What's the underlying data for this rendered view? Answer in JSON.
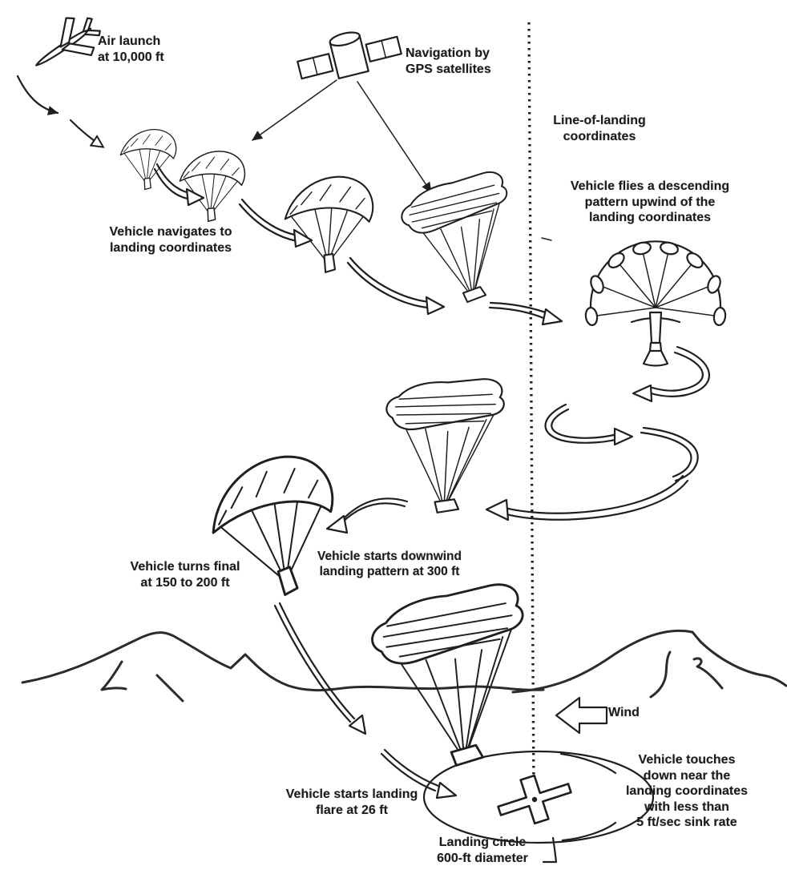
{
  "meta": {
    "title": "GPS-guided parafoil precision landing sequence diagram",
    "background_color": "#ffffff",
    "ink_color": "#1f1f1f"
  },
  "labels": {
    "air_launch": {
      "text": "Air launch\nat 10,000 ft"
    },
    "gps": {
      "text": "Navigation by\nGPS satellites"
    },
    "line_of_landing": {
      "text": "Line-of-landing\ncoordinates"
    },
    "navigates": {
      "text": "Vehicle navigates to\nlanding coordinates"
    },
    "descending": {
      "text": "Vehicle flies a descending\npattern upwind of the\nlanding coordinates"
    },
    "downwind": {
      "text": "Vehicle starts downwind\nlanding pattern at 300 ft"
    },
    "turns_final": {
      "text": "Vehicle turns final\nat 150 to 200 ft"
    },
    "wind": {
      "text": "Wind"
    },
    "flare": {
      "text": "Vehicle starts landing\nflare at 26 ft"
    },
    "touchdown": {
      "text": "Vehicle touches\ndown near the\nlanding coordinates\nwith less than\n5 ft/sec sink rate"
    },
    "landing_circle": {
      "text": "Landing circle\n600-ft diameter"
    }
  },
  "figures": [
    "carrier-aircraft-icon",
    "gps-satellite-icon",
    "parafoil-stage-icons",
    "deploying-parafoil-icon",
    "descending-spiral-path",
    "downwind-parafoil-icon",
    "final-turn-parafoil-icon",
    "flare-parafoil-icon",
    "landing-circle-ellipse",
    "landing-target-cross",
    "terrain-ridge-lines",
    "wind-arrow",
    "line-of-landing-dashed-line"
  ]
}
